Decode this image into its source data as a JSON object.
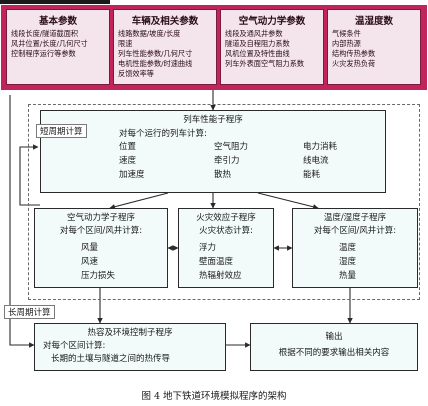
{
  "top_panel": {
    "cards": [
      {
        "title": "基本参数",
        "body": "线段长度/隧道截面积\n风井位置/长度/几何尺寸\n控制程序运行等参数"
      },
      {
        "title": "车辆及相关参数",
        "body": "线路数据/坡度/长度\n限速\n列车性能参数/几何尺寸\n电机性能参数/时速曲线\n反馈效率等"
      },
      {
        "title": "空气动力学参数",
        "body": "线段及通风井参数\n隧道及自程阻力系数\n风机位置及特性曲线\n列车外表面空气阻力系数"
      },
      {
        "title": "温湿度数",
        "body": "气候条件\n内部热源\n结构传热参数\n火灾发热负荷"
      }
    ]
  },
  "train": {
    "title": "列车性能子程序",
    "subtitle": "对每个运行的列车计算:",
    "cols": [
      [
        "位置",
        "速度",
        "加速度"
      ],
      [
        "空气阻力",
        "牵引力",
        "散热"
      ],
      [
        "电力消耗",
        "线电流",
        "能耗"
      ]
    ]
  },
  "short_label": "短周期计算",
  "long_label": "长周期计算",
  "aero": {
    "title": "空气动力学子程序",
    "subtitle": "对每个区间/风井计算:",
    "items": [
      "风量",
      "风速",
      "压力损失"
    ]
  },
  "fire": {
    "title": "火灾效应子程序",
    "subtitle": "火灾状态计算:",
    "items": [
      "浮力",
      "壁面温度",
      "热辐射效应"
    ]
  },
  "temp": {
    "title": "温度/湿度子程序",
    "subtitle": "对每个区间/风井计算:",
    "items": [
      "温度",
      "湿度",
      "热量"
    ]
  },
  "heat": {
    "title": "热容及环境控制子程序",
    "subtitle": "对每个区间计算:",
    "body": "长期的土壤与隧道之间的热传导"
  },
  "output": {
    "title": "输出",
    "body": "根据不同的要求输出相关内容"
  },
  "caption": "图 4   地下铁道环境模拟程序的架构"
}
